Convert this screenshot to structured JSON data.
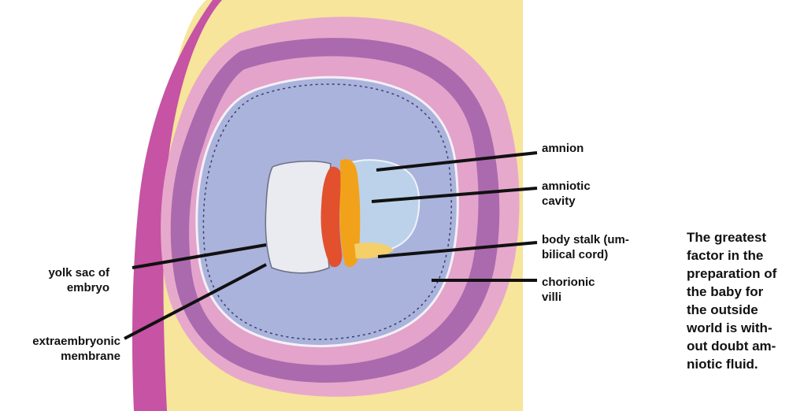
{
  "labels": {
    "amnion": "amnion",
    "amniotic_cavity": "amniotic\ncavity",
    "body_stalk": "body stalk (um-\nbilical cord)",
    "chorionic_villi": "chorionic\nvilli",
    "yolk_sac": "yolk sac of\nembryo",
    "extraembryonic_membrane": "extraembryonic\nmembrane"
  },
  "caption": "The greatest\nfactor in the\npreparation of\nthe baby for\nthe outside\nworld is with-\nout doubt am-\nniotic fluid.",
  "colors": {
    "uterine_wall": "#c653a4",
    "endometrium_yellow": "#f6e59a",
    "decidua_pink": "#e6a9cc",
    "villi_purple": "#ab6aae",
    "chorionic_cavity": "#aab3dc",
    "yolk_sac": "#e9ebf0",
    "amniotic_cavity": "#bcd2ea",
    "embryo_orange": "#f2a21a",
    "embryo_red": "#e2502e",
    "leader_line": "#111111"
  }
}
